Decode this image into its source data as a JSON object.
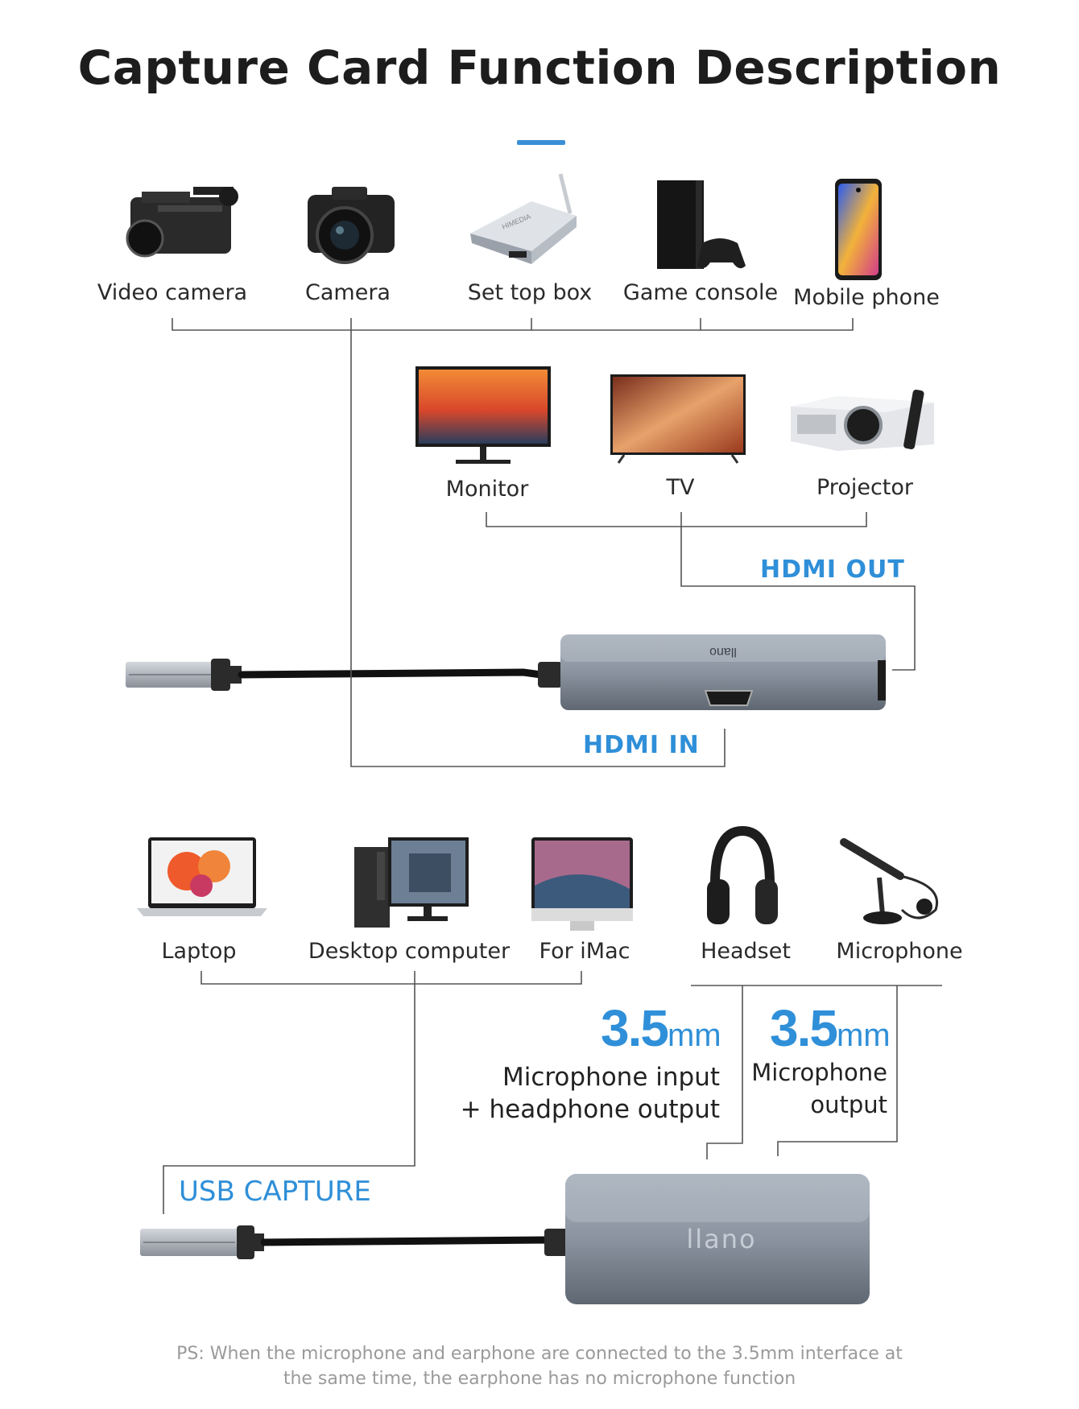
{
  "title": "Capture Card Function Description",
  "sources": [
    {
      "label": "Video camera",
      "icon": "video-camera-icon"
    },
    {
      "label": "Camera",
      "icon": "camera-icon"
    },
    {
      "label": "Set top box",
      "icon": "set-top-box-icon",
      "brand": "HIMEDIA"
    },
    {
      "label": "Game console",
      "icon": "game-console-icon"
    },
    {
      "label": "Mobile phone",
      "icon": "mobile-phone-icon"
    }
  ],
  "displays": [
    {
      "label": "Monitor",
      "icon": "monitor-icon"
    },
    {
      "label": "TV",
      "icon": "tv-icon"
    },
    {
      "label": "Projector",
      "icon": "projector-icon"
    }
  ],
  "hdmi_out": "HDMI  OUT",
  "hdmi_in": "HDMI  IN",
  "computers": [
    {
      "label": "Laptop",
      "icon": "laptop-icon"
    },
    {
      "label": "Desktop computer",
      "icon": "desktop-computer-icon"
    },
    {
      "label": "For iMac",
      "icon": "imac-icon"
    }
  ],
  "audio": [
    {
      "label": "Headset",
      "icon": "headset-icon"
    },
    {
      "label": "Microphone",
      "icon": "microphone-icon"
    }
  ],
  "jack1": {
    "size": "3.5",
    "unit": "mm",
    "line1": "Microphone input",
    "line2": "+ headphone output"
  },
  "jack2": {
    "size": "3.5",
    "unit": "mm",
    "line1": "Microphone",
    "line2": "output"
  },
  "usb_capture": "USB CAPTURE",
  "brand": "llano",
  "ps_line1": "PS: When the microphone and earphone are connected to the 3.5mm interface at",
  "ps_line2": "the same time, the earphone has no microphone function",
  "colors": {
    "accent": "#2f8fd8",
    "line": "#555555",
    "device": "#8d96a3"
  }
}
